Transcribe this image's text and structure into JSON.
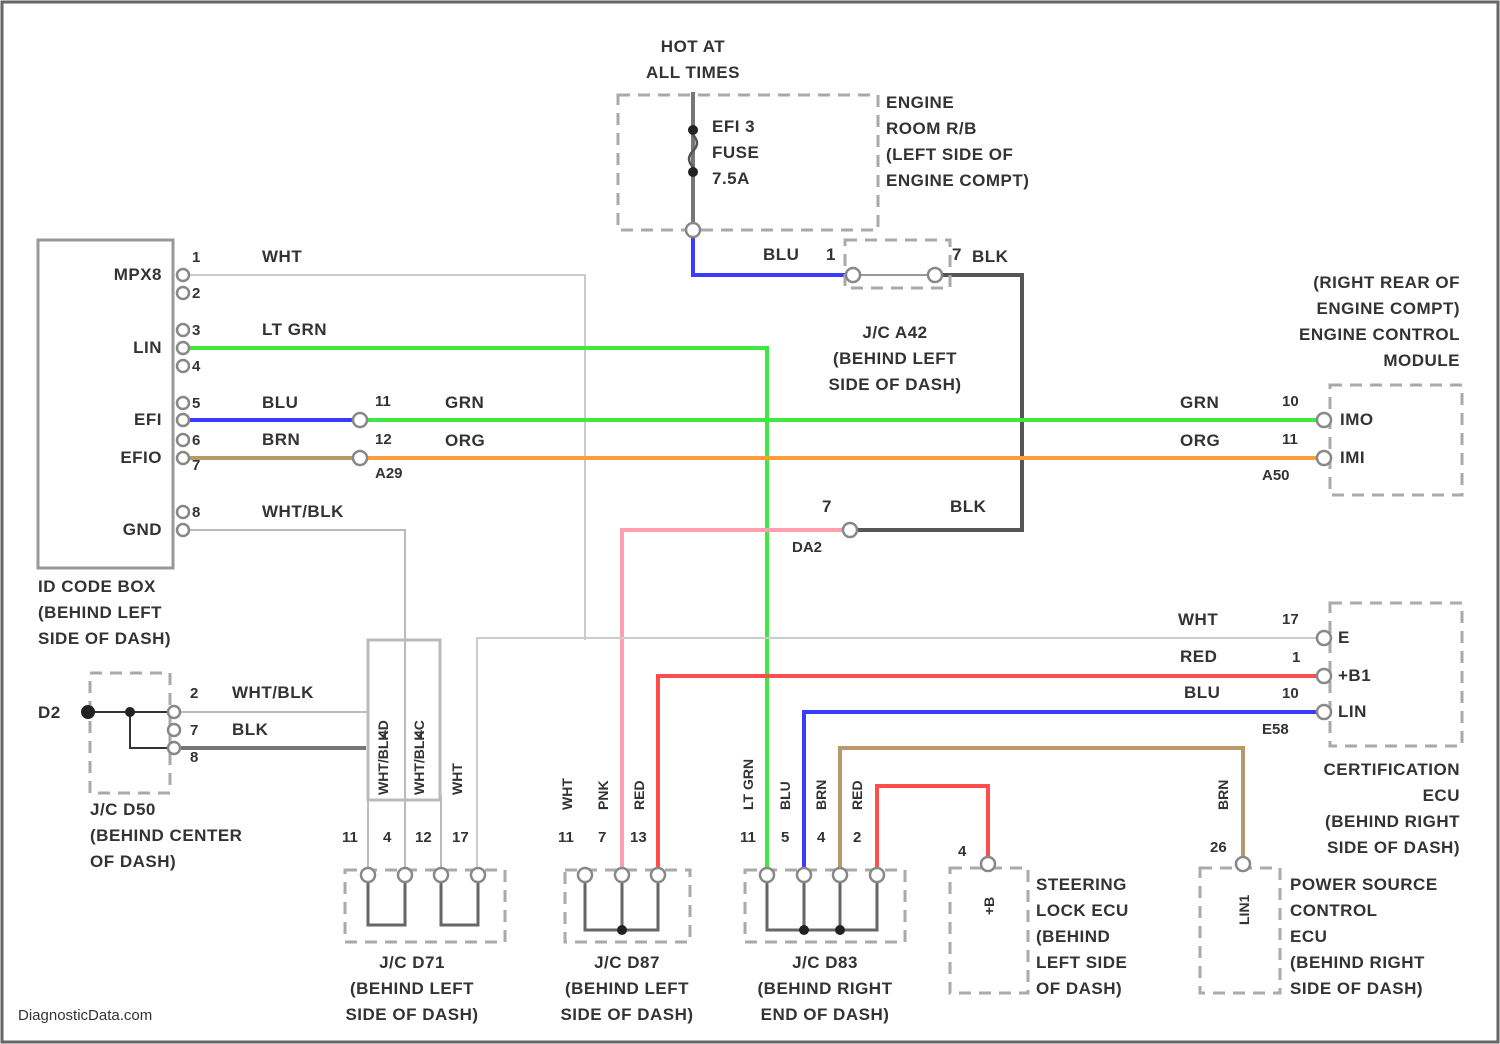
{
  "title": {
    "hot_at_1": "HOT AT",
    "hot_at_2": "ALL TIMES"
  },
  "engine_rb": {
    "fuse_1": "EFI 3",
    "fuse_2": "FUSE",
    "fuse_3": "7.5A",
    "loc_1": "ENGINE",
    "loc_2": "ROOM R/B",
    "loc_3": "(LEFT SIDE OF",
    "loc_4": "ENGINE COMPT)"
  },
  "jc_a42": {
    "blu": "BLU",
    "pin1": "1",
    "pin7": "7",
    "blk": "BLK",
    "name_1": "J/C A42",
    "name_2": "(BEHIND LEFT",
    "name_3": "SIDE OF DASH)"
  },
  "dlc": {
    "terms": [
      "MPX8",
      "LIN",
      "EFI",
      "EFIO",
      "GND"
    ],
    "pins": [
      "1",
      "2",
      "3",
      "4",
      "5",
      "6",
      "7",
      "8"
    ],
    "wire_labels": [
      "WHT",
      "LT GRN",
      "BLU",
      "BRN",
      "WHT/BLK"
    ],
    "name_1": "ID CODE BOX",
    "name_2": "(BEHIND LEFT",
    "name_3": "SIDE OF DASH)"
  },
  "ecm": {
    "loc_1": "(RIGHT REAR OF",
    "loc_2": "ENGINE COMPT)",
    "name_1": "ENGINE CONTROL",
    "name_2": "MODULE",
    "terms": [
      "IMO",
      "IMI"
    ],
    "pin_grn": "10",
    "pin_org": "11",
    "grn": "GRN",
    "org": "ORG",
    "connector": "A50",
    "left_pin_grn": "11",
    "left_pin_org": "12",
    "left_connector": "A29",
    "left_grn": "GRN",
    "left_org": "ORG"
  },
  "da2": {
    "pin": "7",
    "name": "DA2",
    "blk": "BLK"
  },
  "cert_ecu": {
    "terms": [
      "E",
      "+B1",
      "LIN"
    ],
    "pins": [
      "17",
      "1",
      "10"
    ],
    "wires": [
      "WHT",
      "RED",
      "BLU"
    ],
    "connector": "E58",
    "name_1": "CERTIFICATION",
    "name_2": "ECU",
    "name_3": "(BEHIND RIGHT",
    "name_4": "SIDE OF DASH)"
  },
  "jc_d50": {
    "label": "D2",
    "pins": [
      "2",
      "7",
      "8"
    ],
    "wires": [
      "WHT/BLK",
      "BLK"
    ],
    "name_1": "J/C D50",
    "name_2": "(BEHIND CENTER",
    "name_3": "OF DASH)"
  },
  "jc_d71": {
    "wire_labels": [
      "WHT/BLK",
      "WHT/BLK",
      "WHT",
      "WHT"
    ],
    "pins": [
      "11",
      "4",
      "12",
      "17"
    ],
    "conn_labels": [
      "4D",
      "4C"
    ],
    "name_1": "J/C D71",
    "name_2": "(BEHIND LEFT",
    "name_3": "SIDE OF DASH)"
  },
  "jc_d87": {
    "wire_labels": [
      "WHT",
      "PNK",
      "RED"
    ],
    "pins": [
      "11",
      "7",
      "13"
    ],
    "name_1": "J/C D87",
    "name_2": "(BEHIND LEFT",
    "name_3": "SIDE OF DASH)"
  },
  "jc_d83": {
    "wire_labels": [
      "LT GRN",
      "BLU",
      "BRN",
      "RED"
    ],
    "pins": [
      "11",
      "5",
      "4",
      "2"
    ],
    "name_1": "J/C D83",
    "name_2": "(BEHIND RIGHT",
    "name_3": "END OF DASH)"
  },
  "steering": {
    "pin": "4",
    "term": "+B",
    "name_1": "STEERING",
    "name_2": "LOCK ECU",
    "name_3": "(BEHIND",
    "name_4": "LEFT SIDE",
    "name_5": "OF DASH)"
  },
  "power_source": {
    "wire": "BRN",
    "pin": "26",
    "term": "LIN1",
    "name_1": "POWER SOURCE",
    "name_2": "CONTROL",
    "name_3": "ECU",
    "name_4": "(BEHIND RIGHT",
    "name_5": "SIDE OF DASH)"
  },
  "watermark": "DiagnosticData.com",
  "colors": {
    "blu": "#3b3bff",
    "grn": "#3ee83e",
    "org": "#ff9d3b",
    "brn": "#b89a6a",
    "red": "#ff4d4d",
    "pnk": "#ff9fb0",
    "blk": "#555555",
    "wht": "#cccccc"
  }
}
